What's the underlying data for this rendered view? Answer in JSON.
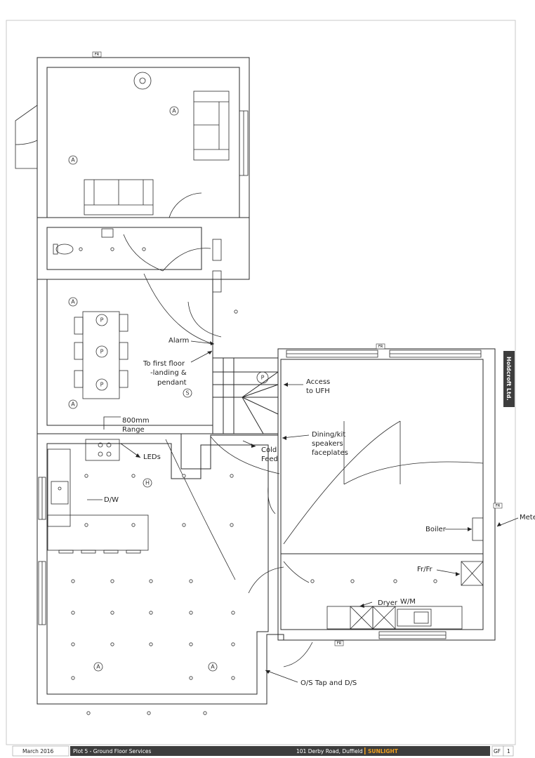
{
  "drawing": {
    "labels": {
      "alarm": "Alarm",
      "first_floor_1": "To first floor",
      "first_floor_2": "-landing &",
      "first_floor_3": "pendant",
      "range_1": "800mm",
      "range_2": "Range",
      "leds": "LEDs",
      "dw": "D/W",
      "access_1": "Access",
      "access_2": "to UFH",
      "cold_1": "Cold",
      "cold_2": "Feed",
      "dining_1": "Dining/kit",
      "dining_2": "speakers",
      "dining_3": "faceplates",
      "boiler": "Boiler",
      "meter": "Mete",
      "frfr": "Fr/Fr",
      "dryer": "Dryer",
      "wm": "W/M",
      "os_tap": "O/S Tap and D/S",
      "fr_code": "FR"
    },
    "symbols": {
      "aerial": "A",
      "phone": "P",
      "smoke": "S",
      "heat": "H"
    }
  },
  "title_block": {
    "date": "March 2016",
    "title": "Plot 5 - Ground Floor Services",
    "address": "101 Derby Road, Duffield",
    "brand": "SUNLIGHT",
    "floor": "GF",
    "sheet": "1"
  },
  "side_tab": {
    "company": "Holdcroft Ltd."
  },
  "colors": {
    "line": "#2a2a2a",
    "brand": "#f0a020",
    "bar": "#3d3d3d"
  }
}
